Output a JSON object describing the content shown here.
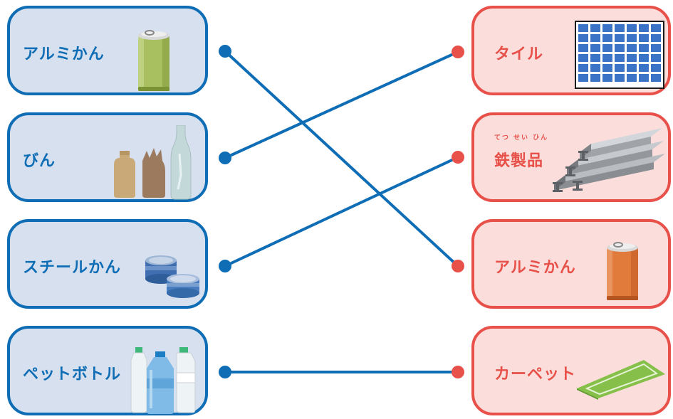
{
  "colors": {
    "left_border": "#0e6db5",
    "left_fill": "#d7e0ef",
    "left_text": "#0e6db5",
    "right_border": "#e8504a",
    "right_fill": "#fbdedb",
    "right_text": "#e8504a",
    "line": "#0e6db5",
    "right_dot": "#e8504a"
  },
  "left_items": [
    {
      "label": "アルミかん",
      "icon": "green-can-icon"
    },
    {
      "label": "びん",
      "icon": "glass-bottles-icon"
    },
    {
      "label": "スチールかん",
      "icon": "steel-cans-icon"
    },
    {
      "label": "ペットボトル",
      "icon": "pet-bottles-icon"
    }
  ],
  "right_items": [
    {
      "label": "タイル",
      "icon": "tile-icon"
    },
    {
      "label": "鉄製品",
      "ruby": "てつ せい ひん",
      "icon": "steel-beams-icon"
    },
    {
      "label": "アルミかん",
      "icon": "orange-can-icon"
    },
    {
      "label": "カーペット",
      "icon": "carpet-icon"
    }
  ],
  "connections": [
    {
      "from": 0,
      "to": 2
    },
    {
      "from": 1,
      "to": 0
    },
    {
      "from": 2,
      "to": 1
    },
    {
      "from": 3,
      "to": 3
    }
  ]
}
